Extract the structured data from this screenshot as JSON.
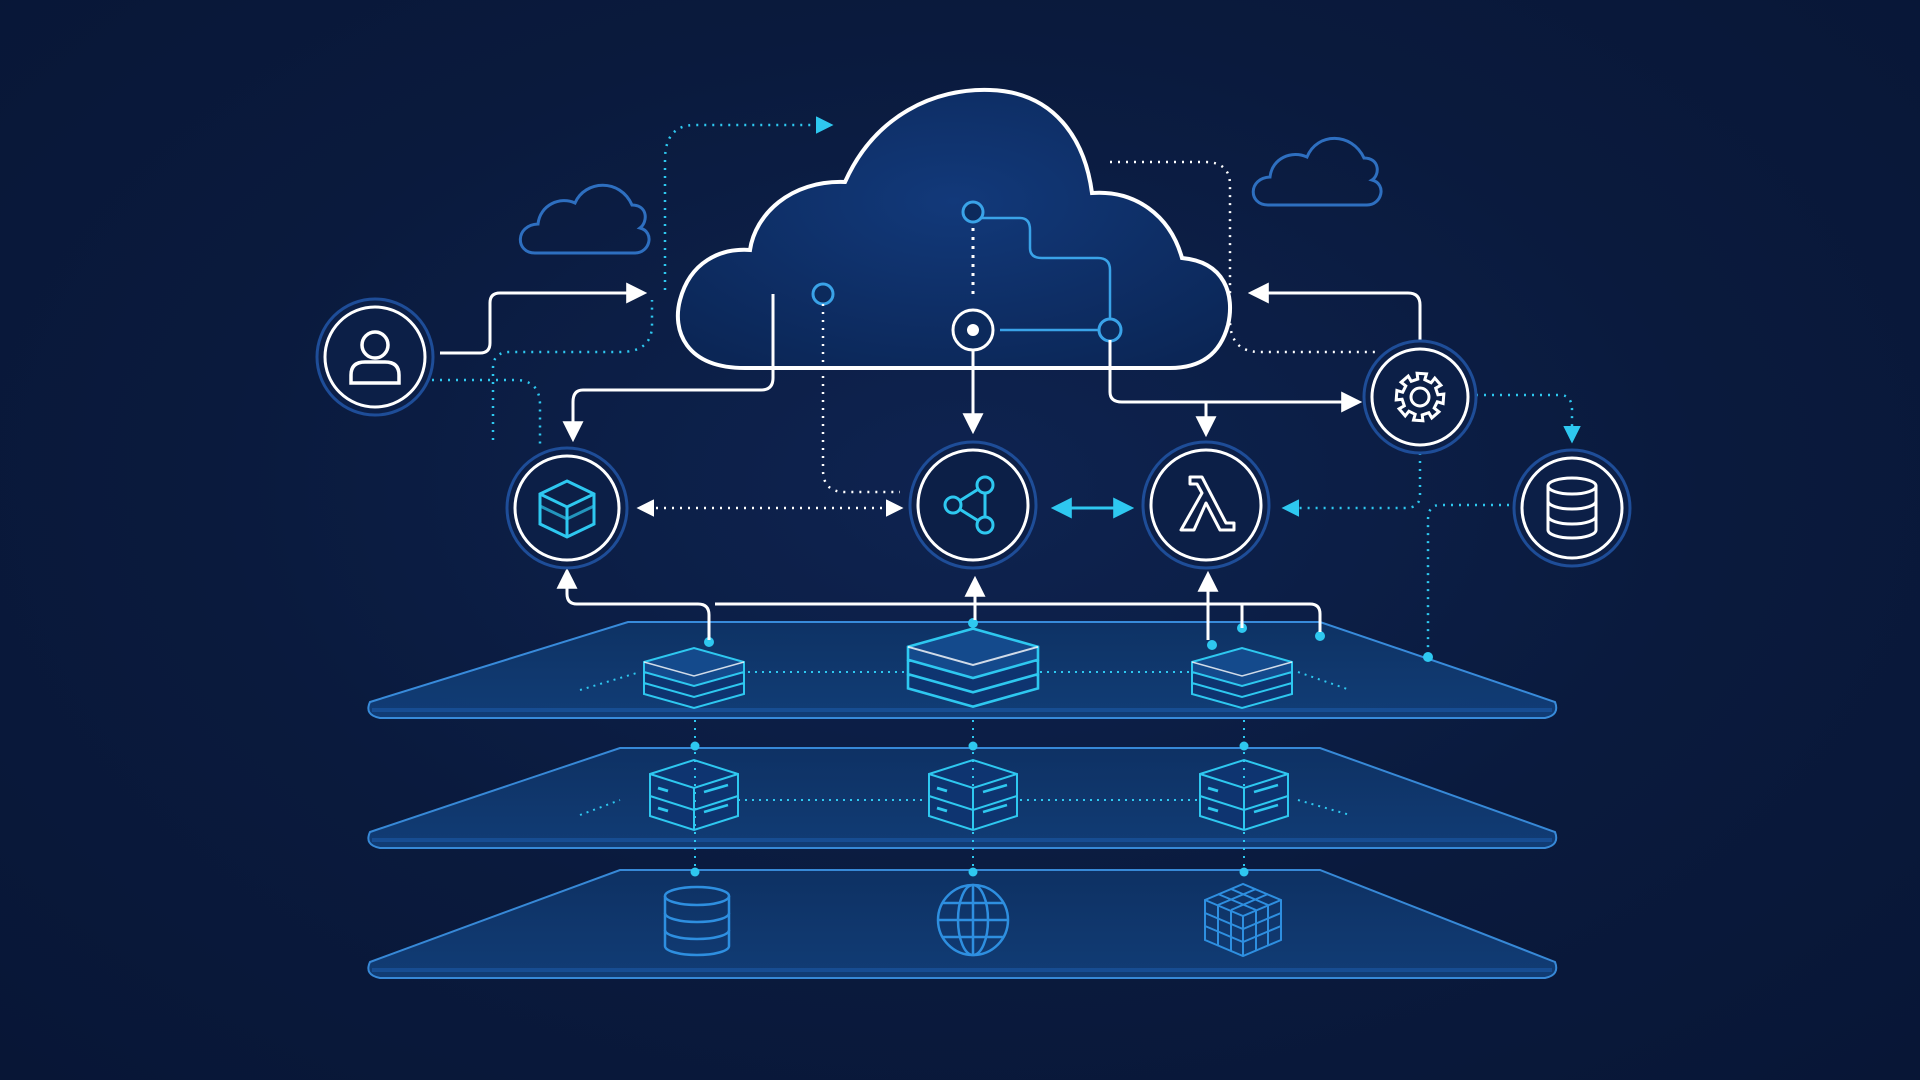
{
  "diagram": {
    "kind": "cloud-architecture-illustration",
    "colors": {
      "background": "#0a1a3d",
      "line_white": "#ffffff",
      "accent_cyan": "#2ec8f0",
      "node_fill": "#0c1f47",
      "platform_fill": "#0f3466",
      "platform_edge": "#3a8fe0",
      "cloud_fill": "#0d2e64"
    },
    "main_cloud": {
      "icon": "cloud-icon"
    },
    "small_clouds": [
      "cloud-icon",
      "cloud-icon"
    ],
    "nodes": [
      {
        "id": "user",
        "icon": "user-icon"
      },
      {
        "id": "container",
        "icon": "cube-icon"
      },
      {
        "id": "hub",
        "icon": "share-nodes-icon"
      },
      {
        "id": "lambda",
        "icon": "lambda-icon"
      },
      {
        "id": "settings",
        "icon": "gear-icon"
      },
      {
        "id": "database",
        "icon": "database-icon"
      }
    ],
    "layers": [
      {
        "id": "storage-layer",
        "icons": [
          "stack-icon",
          "stack-icon",
          "stack-icon"
        ]
      },
      {
        "id": "compute-layer",
        "icons": [
          "server-icon",
          "server-icon",
          "server-icon"
        ]
      },
      {
        "id": "data-layer",
        "icons": [
          "database-icon",
          "globe-icon",
          "grid-cube-icon"
        ]
      }
    ]
  }
}
